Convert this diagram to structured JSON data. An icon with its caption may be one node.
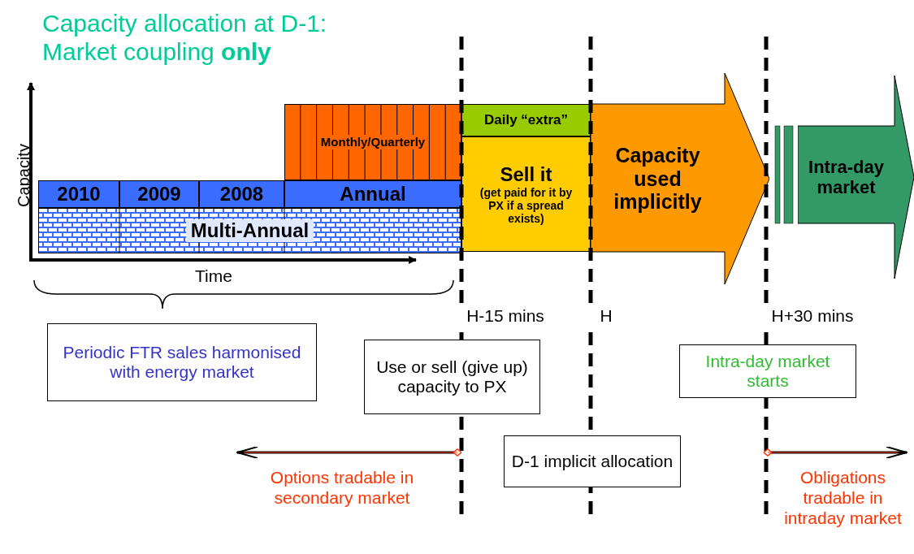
{
  "diagram": {
    "title": "Capacity allocation at D-1: Market coupling **only**",
    "nodes": [
      {
        "text": [
          "Monthly/Quarterly"
        ]
      },
      {
        "text": [
          "2010"
        ]
      },
      {
        "text": [
          "2009"
        ]
      },
      {
        "text": [
          "2008"
        ]
      },
      {
        "text": [
          "Annual"
        ]
      },
      {
        "text": [
          "Multi-Annual"
        ]
      },
      {
        "text": [
          "Daily “extra”"
        ]
      },
      {
        "text": [
          "Sell it",
          "(get paid for it by PX if a spread exists)"
        ]
      },
      {
        "text": [
          "Capacity used implicitly"
        ]
      },
      {
        "text": [
          "Intra-day market"
        ]
      },
      {
        "text": [
          "Periodic FTR sales harmonised with energy market"
        ]
      },
      {
        "text": [
          "Use or sell (give up) capacity to PX"
        ]
      },
      {
        "text": [
          "D-1 implicit allocation"
        ]
      },
      {
        "text": [
          "Intra-day market starts"
        ]
      }
    ],
    "labels": [
      "Capacity",
      "Time",
      "H-15 mins",
      "H",
      "H+30 mins",
      "Options tradable in secondary market",
      "Obligations tradable in intraday market"
    ]
  }
}
